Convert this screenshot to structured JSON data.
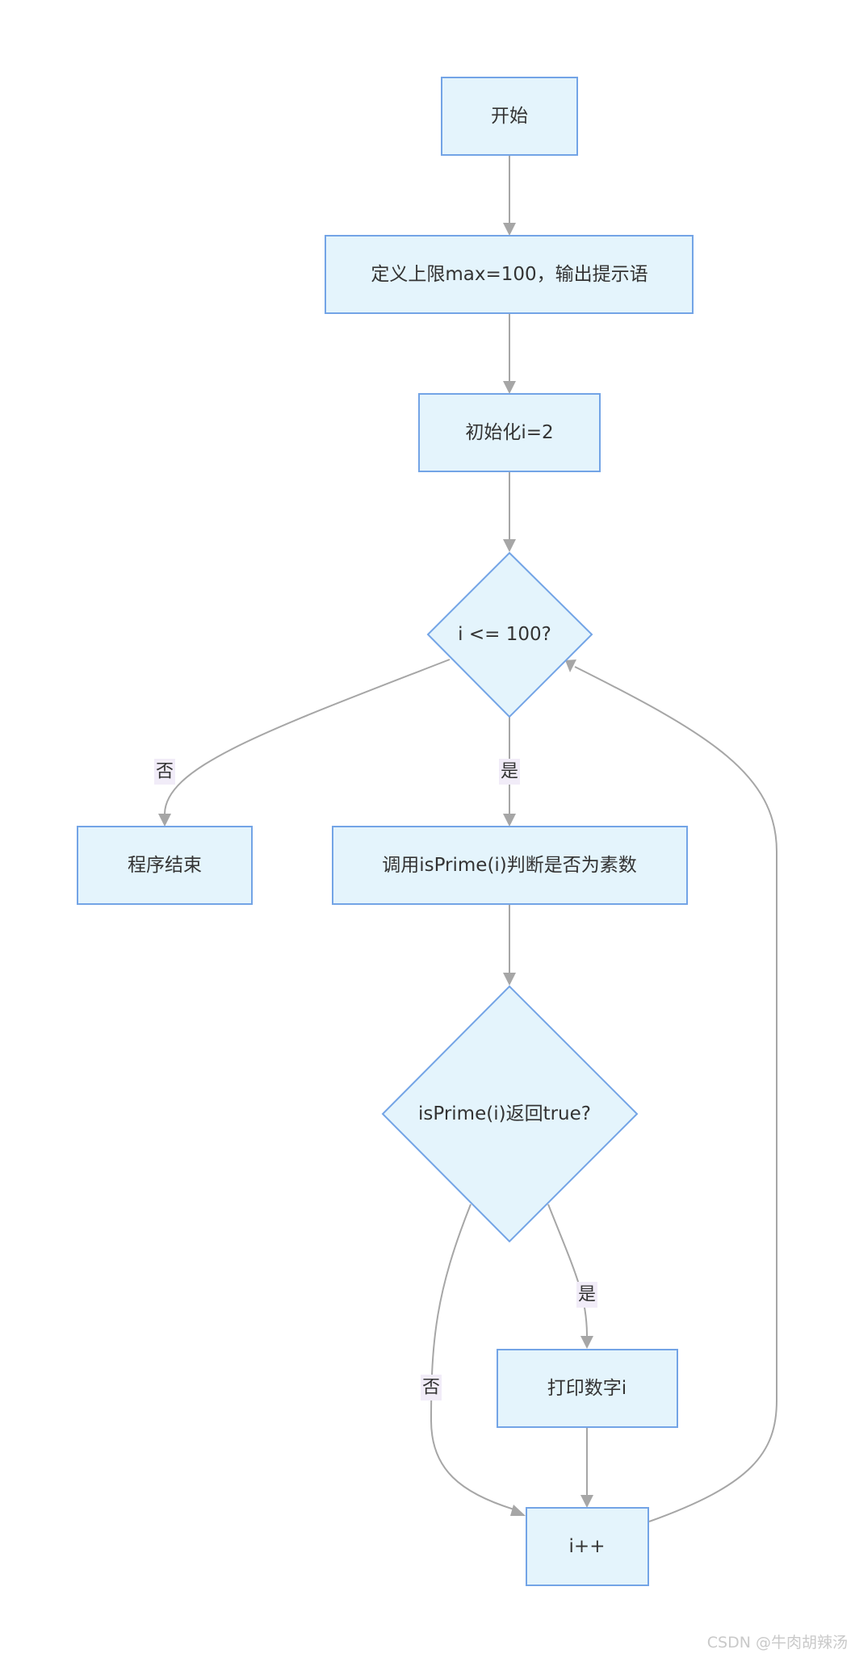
{
  "nodes": {
    "start": "开始",
    "define": "定义上限max=100，输出提示语",
    "init": "初始化i=2",
    "cond1": "i <= 100?",
    "end": "程序结束",
    "call": "调用isPrime(i)判断是否为素数",
    "cond2": "isPrime(i)返回true?",
    "print": "打印数字i",
    "incr": "i++"
  },
  "edge_labels": {
    "cond1_no": "否",
    "cond1_yes": "是",
    "cond2_yes": "是",
    "cond2_no": "否"
  },
  "watermark": "CSDN @牛肉胡辣汤",
  "colors": {
    "node_fill": "#e4f4fc",
    "node_stroke": "#73a4e6",
    "edge": "#a6a6a6",
    "edge_label_bg": "#f1ecf8"
  }
}
